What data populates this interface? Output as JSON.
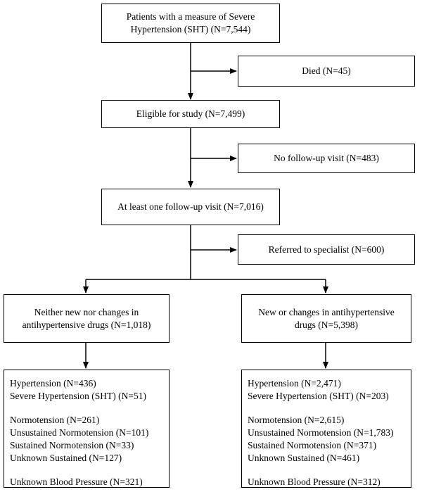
{
  "boxes": {
    "start": {
      "lines": [
        "Patients with a measure of Severe",
        "Hypertension (SHT) (N=7,544)"
      ]
    },
    "died": {
      "lines": [
        "Died (N=45)"
      ]
    },
    "eligible": {
      "lines": [
        "Eligible for study (N=7,499)"
      ]
    },
    "no_followup": {
      "lines": [
        "No follow-up visit (N=483)"
      ]
    },
    "followup": {
      "lines": [
        "At least one follow-up visit (N=7,016)"
      ]
    },
    "referred": {
      "lines": [
        "Referred to specialist (N=600)"
      ]
    },
    "no_change": {
      "lines": [
        "Neither new nor changes in",
        "antihypertensive drugs (N=1,018)"
      ]
    },
    "change": {
      "lines": [
        "New or changes in antihypertensive",
        "drugs (N=5,398)"
      ]
    },
    "left_outcomes": {
      "group1": [
        "Hypertension (N=436)",
        "Severe Hypertension (SHT) (N=51)"
      ],
      "group2": [
        "Normotension (N=261)",
        "Unsustained Normotension (N=101)",
        "Sustained Normotension (N=33)",
        "Unknown Sustained (N=127)"
      ],
      "group3": [
        "Unknown Blood Pressure (N=321)"
      ]
    },
    "right_outcomes": {
      "group1": [
        "Hypertension (N=2,471)",
        "Severe Hypertension (SHT) (N=203)"
      ],
      "group2": [
        "Normotension (N=2,615)",
        "Unsustained Normotension (N=1,783)",
        "Sustained Normotension (N=371)",
        "Unknown Sustained (N=461)"
      ],
      "group3": [
        "Unknown Blood Pressure (N=312)"
      ]
    }
  }
}
